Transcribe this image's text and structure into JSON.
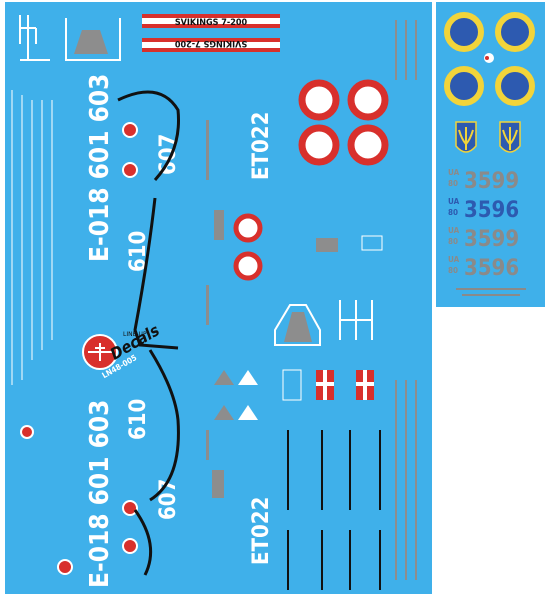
{
  "colors": {
    "sheet_blue": "#3fb0ea",
    "white": "#ffffff",
    "black": "#111111",
    "red": "#d8302c",
    "gray": "#8d8d8d",
    "yellow": "#f2d43a",
    "ua_blue": "#2d5ab0",
    "ua_gray": "#8a8a8a"
  },
  "main_sheet": {
    "banner_top": "SVIKINGS 7-200",
    "banner_bottom": "SVIKINGS 7-200",
    "serial_top": "E-018 601 603",
    "serial_bottom": "E-018 601 603",
    "code_607_top": "607",
    "code_610_top": "610",
    "code_610_bottom": "610",
    "code_607_bottom": "607",
    "et022_top": "ET022",
    "et022_bottom": "ET022",
    "logo_brand": "Decals",
    "logo_small": "LINE-UP",
    "logo_code": "LN48-005"
  },
  "ua_sheet": {
    "prefix_ua": "UA",
    "prefix_80": "80",
    "codes": [
      "3599",
      "3596",
      "3599",
      "3596"
    ]
  }
}
